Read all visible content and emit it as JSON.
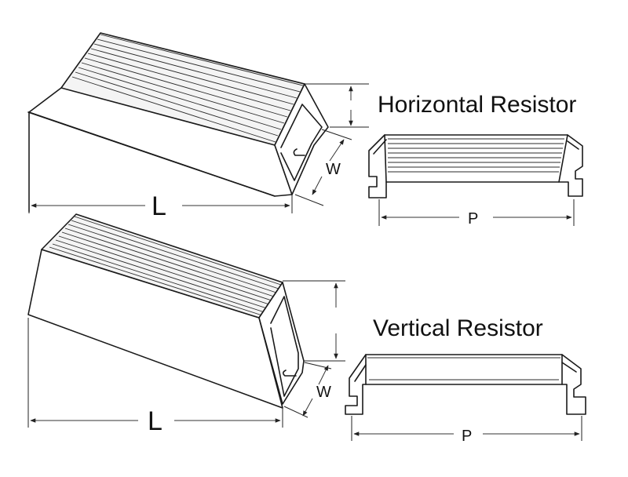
{
  "labels": {
    "horizontal_title": "Horizontal Resistor",
    "vertical_title": "Vertical Resistor",
    "length_top": "L",
    "length_bottom": "L",
    "width_top": "W",
    "width_bottom": "W",
    "pitch_top": "P",
    "pitch_bottom": "P"
  }
}
